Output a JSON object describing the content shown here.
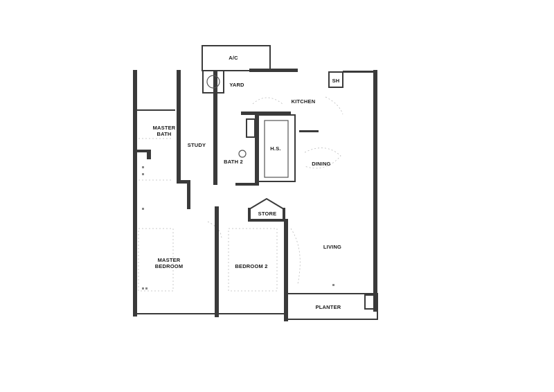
{
  "rooms": {
    "ac": "A/C",
    "yard": "YARD",
    "sh": "SH",
    "kitchen": "KITCHEN",
    "master_bath_line1": "MASTER",
    "master_bath_line2": "BATH",
    "study": "STUDY",
    "hs": "H.S.",
    "bath2": "BATH 2",
    "dining": "DINING",
    "store": "STORE",
    "living": "LIVING",
    "master_bedroom_line1": "MASTER",
    "master_bedroom_line2": "BEDROOM",
    "bedroom2": "BEDROOM 2",
    "planter": "PLANTER"
  }
}
